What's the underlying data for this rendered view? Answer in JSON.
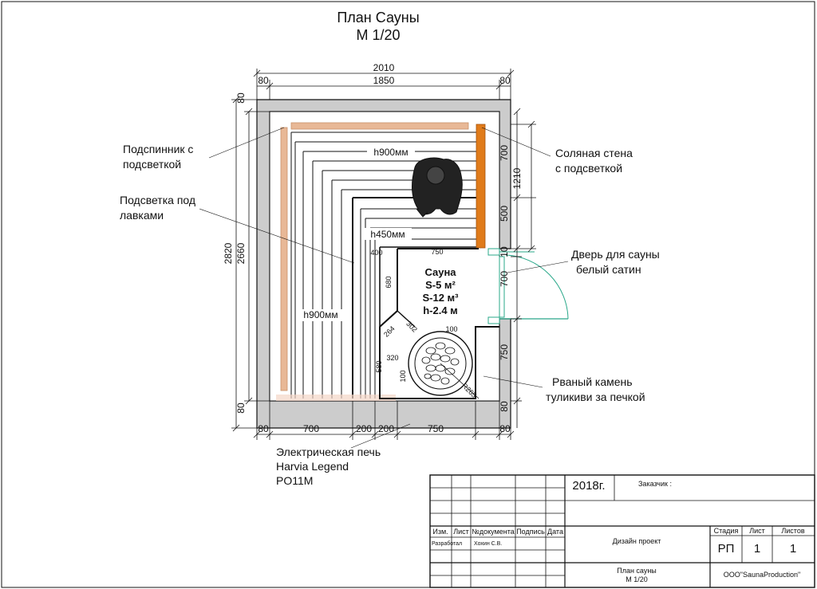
{
  "title": {
    "line1": "План Сауны",
    "line2": "М 1/20"
  },
  "dimensions": {
    "top_total": "2010",
    "top_inner": "1850",
    "top_left_wall": "80",
    "top_right_wall": "80",
    "left_total": "2820",
    "left_inner": "2660",
    "left_top_wall": "80",
    "left_bottom_wall": "80",
    "right_upper": "1210",
    "right_700": "700",
    "right_500": "500",
    "right_10": "10",
    "right_door": "700",
    "right_750": "750",
    "right_bottom_wall": "80",
    "bottom_left_wall": "80",
    "bottom_700": "700",
    "bottom_200a": "200",
    "bottom_200b": "200",
    "bottom_750": "750",
    "bottom_right_wall": "80"
  },
  "interior": {
    "bench_upper_height": "h900мм",
    "bench_middle_height": "h450мм",
    "bench_lower_height": "h900мм",
    "dim_750": "750",
    "dim_400": "400",
    "dim_680": "680",
    "dim_302": "302",
    "dim_264": "264",
    "dim_100a": "100",
    "dim_320": "320",
    "dim_580": "580",
    "dim_100b": "100",
    "dim_r265": "R265"
  },
  "info": {
    "name": "Сауна",
    "area": "S-5 м²",
    "volume": "S-12 м³",
    "height": "h-2.4 м"
  },
  "callouts": {
    "backrest": [
      "Подспинник с",
      "подсветкой"
    ],
    "bench_light": [
      "Подсветка под",
      "лавками"
    ],
    "salt_wall": [
      "Соляная стена",
      "с подсветкой"
    ],
    "door": [
      "Дверь для сауны",
      "белый сатин"
    ],
    "stone": [
      "Рваный камень",
      "туликиви за печкой"
    ],
    "stove": [
      "Электрическая печь",
      "Harvia Legend",
      "PO11M"
    ]
  },
  "title_block": {
    "year": "2018г.",
    "customer_label": "Заказчик :",
    "col_izm": "Изм.",
    "col_list": "Лист",
    "col_doc": "№документа",
    "col_sign": "Подпись",
    "col_date": "Дата",
    "row_developed": "Разработал",
    "developer_name": "Хохин С.В.",
    "project": "Дизайн проект",
    "stage_label": "Стадия",
    "sheet_label": "Лист",
    "sheets_label": "Листов",
    "stage_value": "РП",
    "sheet_value": "1",
    "sheets_value": "1",
    "drawing_name": "План сауны",
    "drawing_scale": "М 1/20",
    "company": "ООО\"SaunaProduction\""
  },
  "colors": {
    "wall": "#cccccc",
    "salt_wall": "#e07b1a",
    "backrest": "#e8b896",
    "door": "#2aa88a",
    "ink": "#111111"
  }
}
